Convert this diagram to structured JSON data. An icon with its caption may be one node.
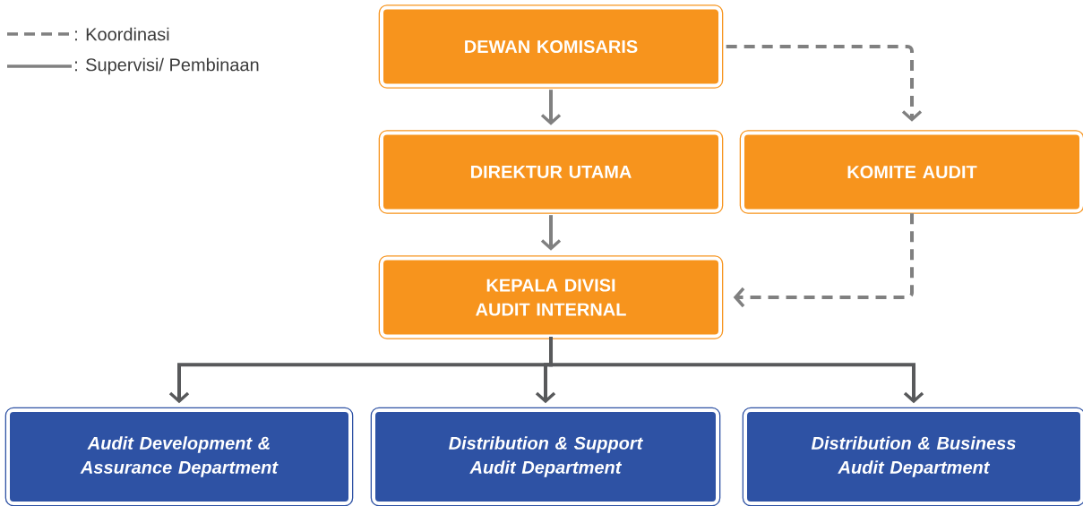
{
  "diagram": {
    "nodes": [
      {
        "text": [
          "DEWAN KOMISARIS"
        ]
      },
      {
        "text": [
          "DIREKTUR UTAMA"
        ]
      },
      {
        "text": [
          "KOMITE AUDIT"
        ]
      },
      {
        "text": [
          "KEPALA DIVISI AUDIT INTERNAL"
        ]
      },
      {
        "text": [
          "Audit Development & Assurance Department"
        ]
      },
      {
        "text": [
          "Distribution & Support Audit Department"
        ]
      },
      {
        "text": [
          "Distribution & Business Audit Department"
        ]
      }
    ],
    "edges": [
      {
        "from": 0,
        "to": 1,
        "arrow": "to"
      },
      {
        "from": 0,
        "to": 2,
        "arrow": "to",
        "style": "dashed"
      },
      {
        "from": 1,
        "to": 3,
        "arrow": "to"
      },
      {
        "from": 2,
        "to": 3,
        "arrow": "to",
        "style": "dashed"
      },
      {
        "from": 3,
        "to": 4,
        "arrow": "to",
        "color": "#58595b"
      },
      {
        "from": 3,
        "to": 5,
        "arrow": "to",
        "color": "#58595b"
      },
      {
        "from": 3,
        "to": 6,
        "arrow": "to",
        "color": "#58595b"
      }
    ],
    "legend": [
      {
        "text": ": Koordinasi"
      },
      {
        "text": ": Supervisi/ Pembinaan"
      }
    ]
  }
}
